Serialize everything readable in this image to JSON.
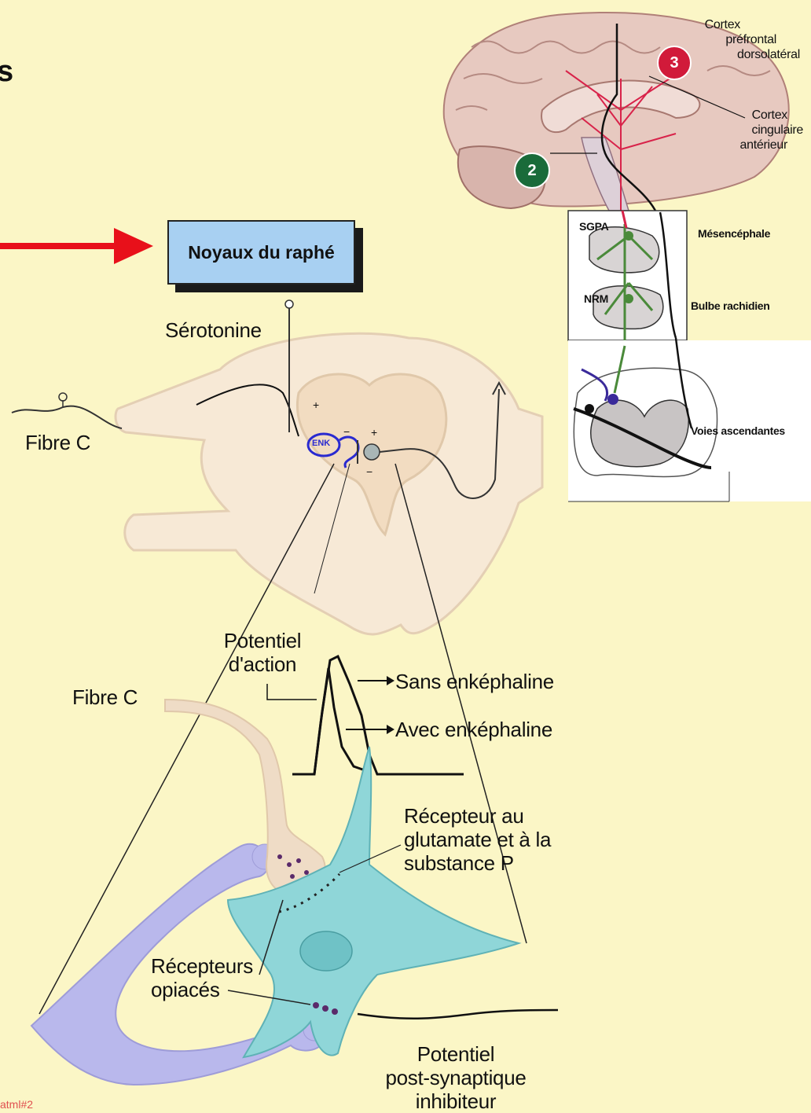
{
  "corner_text": "s",
  "footer_url": "atml#2",
  "main": {
    "box_label": "Noyaux du raphé",
    "serotonin": "Sérotonine",
    "fibre_c_top": "Fibre C",
    "enk": "ENK",
    "action_potential": [
      "Potentiel",
      "d'action"
    ],
    "fibre_c_bottom": "Fibre C",
    "without_enk": "Sans enképhaline",
    "with_enk": "Avec enképhaline",
    "receptor_glutamate": [
      "Récepteur au",
      "glutamate et à la",
      "substance P"
    ],
    "opioid_receptors": [
      "Récepteurs",
      "opiacés"
    ],
    "ipsp": [
      "Potentiel",
      "post-synaptique",
      "inhibiteur"
    ]
  },
  "brain": {
    "cortex_pf": [
      "Cortex",
      "préfrontal",
      "dorsolatéral"
    ],
    "cortex_ca": [
      "Cortex",
      "cingulaire",
      "antérieur"
    ],
    "badge_3": "3",
    "badge_2": "2",
    "badge_3_color": "#d11a3a",
    "badge_2_color": "#1a6b3a",
    "sgpa": "SGPA",
    "nrm": "NRM",
    "mesencephale": "Mésencéphale",
    "bulbe": "Bulbe rachidien",
    "voies": "Voies ascendantes"
  },
  "colors": {
    "background": "#fbf6c6",
    "arrow": "#e8101a",
    "box_fill": "#a8d0f2",
    "enk_blue": "#2a2ad0",
    "neuron_teal": "#8fd6d8",
    "dendrite_lavender": "#b9b8ec",
    "fibre_beige": "#efdcc6",
    "pathway_red": "#d8234a",
    "pathway_green": "#4a8a3a"
  }
}
